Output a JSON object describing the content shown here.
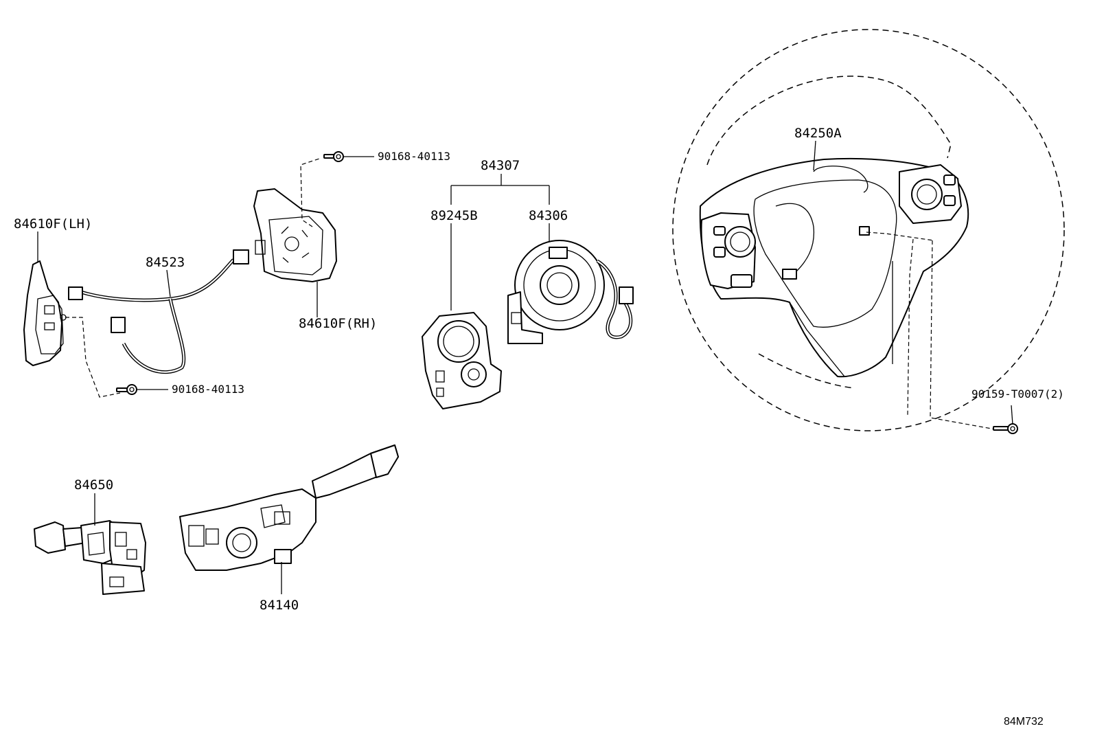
{
  "labels": {
    "switch_lh": "84610F(LH)",
    "harness": "84523",
    "bolt_upper": "90168-40113",
    "switch_rh": "84610F(RH)",
    "bolt_lower": "90168-40113",
    "spiral_assy": "84307",
    "sensor": "89245B",
    "spiral_cable": "84306",
    "steering_wheel": "84250A",
    "wheel_bolt": "90159-T0007(2)",
    "wiper_switch": "84650",
    "turn_switch": "84140"
  },
  "diagram_ref": "84M732"
}
